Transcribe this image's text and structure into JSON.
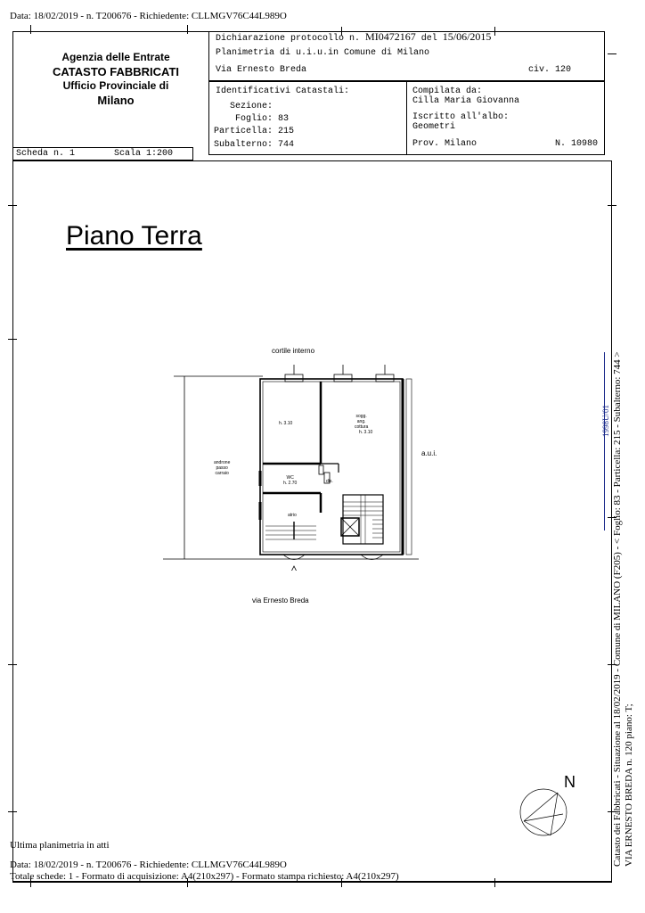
{
  "top_line": "Data: 18/02/2019 - n. T200676 - Richiedente: CLLMGV76C44L989O",
  "agency": {
    "line1": "Agenzia delle Entrate",
    "line2": "CATASTO FABBRICATI",
    "line3": "Ufficio Provinciale di",
    "line4": "Milano"
  },
  "declaration": {
    "protocol_label": "Dichiarazione protocollo n.",
    "protocol_number": "MI0472167",
    "del_label": "del",
    "date": "15/06/2015",
    "plan_line": "Planimetria di u.i.u.in Comune di Milano",
    "address": "Via Ernesto Breda",
    "civ": "civ. 120"
  },
  "identifiers": {
    "title": "Identificativi Catastali:",
    "sezione": "Sezione:",
    "foglio": "Foglio: 83",
    "particella": "Particella: 215",
    "subalterno": "Subalterno: 744"
  },
  "compiler": {
    "label": "Compilata da:",
    "name": "Cilla Maria Giovanna",
    "albo_label": "Iscritto all'albo:",
    "albo": "Geometri",
    "prov": "Prov. Milano",
    "number": "N. 10980"
  },
  "scheda": {
    "label": "Scheda n. 1",
    "scale": "Scala 1:200"
  },
  "plan": {
    "title": "Piano Terra",
    "courtyard": "cortile interno",
    "street": "via Ernesto Breda",
    "aui": "a.u.i.",
    "room1_h": "h. 3.10",
    "room2_lines": [
      "sogg.",
      "ang.",
      "cottura",
      "h. 3.10"
    ],
    "androne": [
      "androne",
      "passo",
      "carraio"
    ],
    "wc": [
      "WC",
      "h. 2.70"
    ],
    "dis": "dis.",
    "atrio": "atrio",
    "north": "N"
  },
  "side_text": {
    "line1": "Catasto dei Fabbricati - Situazione al 18/02/2019 - Comune di MILANO (F205) - < Foglio: 83 - Particella: 215 - Subalterno: 744 >",
    "line2": "VIA ERNESTO BREDA n. 120 piano: T;",
    "stamp": "1998U/01"
  },
  "footer": {
    "last_plan": "Ultima planimetria in atti",
    "line1": "Data: 18/02/2019 - n. T200676 - Richiedente: CLLMGV76C44L989O",
    "line2": "Totale schede: 1 - Formato di acquisizione: A4(210x297)  - Formato stampa richiesto: A4(210x297)"
  }
}
